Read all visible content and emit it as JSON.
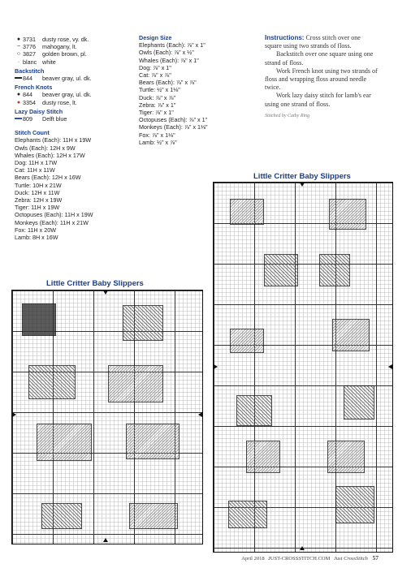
{
  "key": {
    "floss": [
      {
        "symbol": "●",
        "number": "3731",
        "name": "dusty rose, vy. dk."
      },
      {
        "symbol": "~",
        "number": "3776",
        "name": "mahogany, lt."
      },
      {
        "symbol": "○",
        "number": "3827",
        "name": "golden brown, pl."
      },
      {
        "symbol": "·",
        "number": "blanc",
        "name": "white"
      }
    ],
    "backstitch_heading": "Backstitch",
    "backstitch": [
      {
        "number": "844",
        "name": "beaver gray, ul. dk."
      }
    ],
    "french_knots_heading": "French Knots",
    "french_knots": [
      {
        "symbol": "●",
        "number": "844",
        "name": "beaver gray, ul. dk."
      },
      {
        "symbol": "●",
        "number": "3354",
        "name": "dusty rose, lt.",
        "color": "#cc3333"
      }
    ],
    "lazy_daisy_heading": "Lazy Daisy Stitch",
    "lazy_daisy": [
      {
        "number": "809",
        "name": "Delft blue"
      }
    ]
  },
  "stitch_count": {
    "heading": "Stitch Count",
    "items": [
      "Elephants (Each): 11H x 19W",
      "Owls (Each): 12H x 9W",
      "Whales (Each): 12H x 17W",
      "Dog: 11H x 17W",
      "Cat: 11H x 11W",
      "Bears (Each): 12H x 16W",
      "Turtle: 10H x 21W",
      "Duck: 12H x 11W",
      "Zebra: 12H x 19W",
      "Tiger: 11H x 19W",
      "Octopuses (Each): 11H x 19W",
      "Monkeys (Each): 11H x 21W",
      "Fox: 11H x 20W",
      "Lamb: 8H x 16W"
    ]
  },
  "design_size": {
    "heading": "Design Size",
    "items": [
      "Elephants (Each): ⅞\" x 1\"",
      "Owls (Each): ⅞\" x ½\"",
      "Whales (Each): ⅞\" x 1\"",
      "Dog: ⅞\" x 1\"",
      "Cat: ⅞\" x ⅞\"",
      "Bears (Each): ⅞\" x ⅞\"",
      "Turtle: ½\" x 1⅛\"",
      "Duck: ⅞\" x ⅞\"",
      "Zebra: ⅞\" x 1\"",
      "Tiger: ⅞\" x 1\"",
      "Octopuses (Each): ⅞\" x 1\"",
      "Monkeys (Each): ⅞\" x 1⅛\"",
      "Fox: ⅞\" x 1⅛\"",
      "Lamb: ½\" x ⅞\""
    ]
  },
  "instructions": {
    "heading": "Instructions:",
    "p1": "Cross stitch over one square using two strands of floss.",
    "p2": "Backstitch over one square using one strand of floss.",
    "p3": "Work French knot using two strands of floss and wrapping floss around needle twice.",
    "p4": "Work lazy daisy stitch for lamb's ear using one strand of floss.",
    "credit": "Stitched by Cathy Ring"
  },
  "charts": {
    "title_left": "Little Critter Baby Slippers",
    "title_right": "Little Critter Baby Slippers"
  },
  "footer": {
    "issue": "April 2018",
    "site": "JUST-CROSSSTITCH.COM",
    "magazine": "Just CrossStitch",
    "page": "57"
  }
}
